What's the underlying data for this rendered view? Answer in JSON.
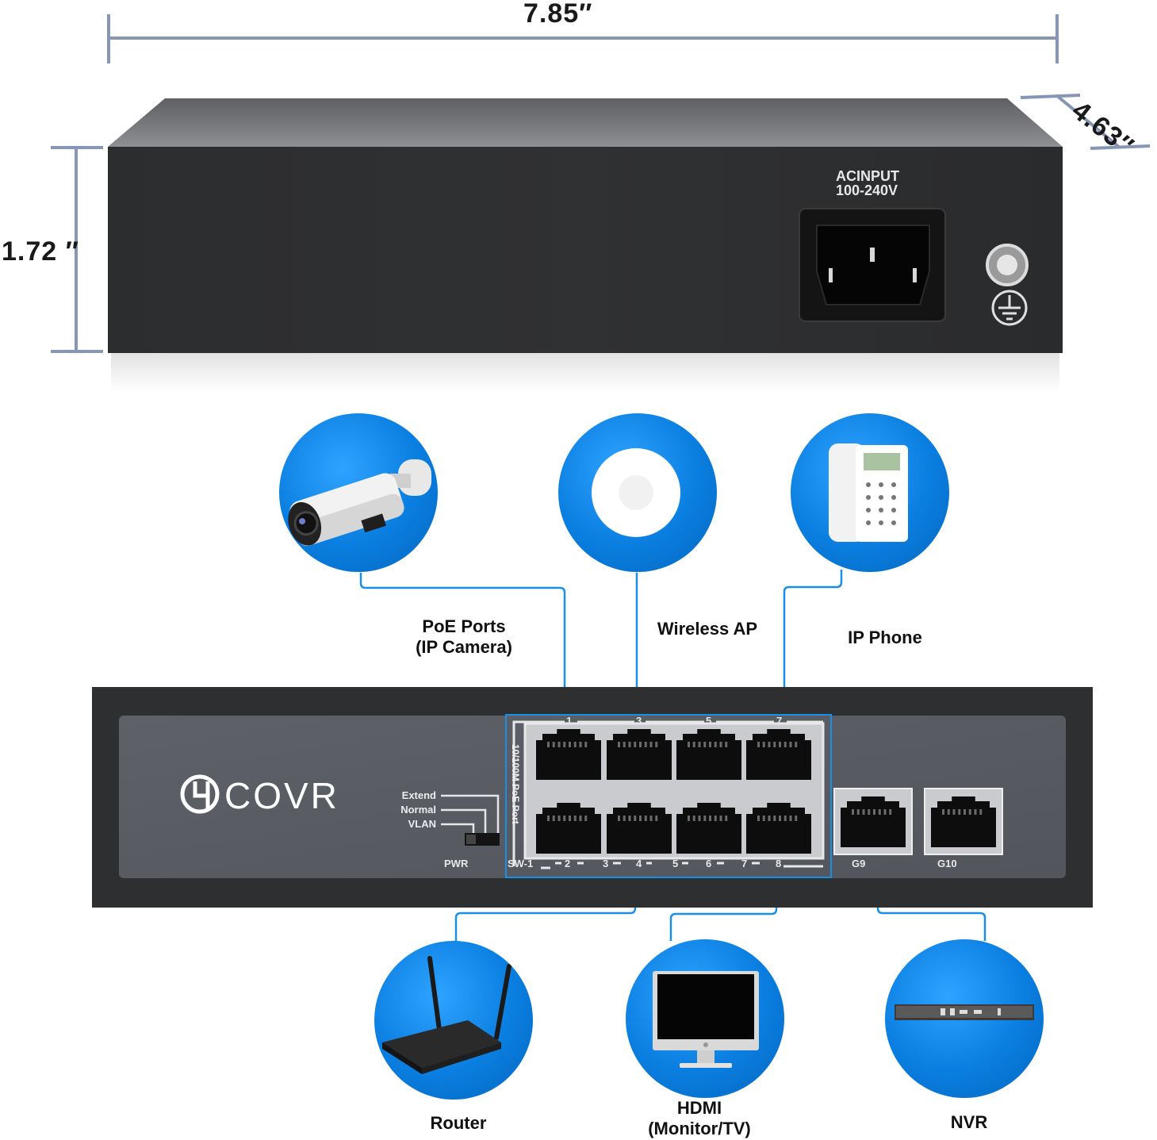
{
  "dimensions": {
    "width": "7.85″",
    "depth": "4.63″",
    "height": "1.72 ″"
  },
  "rear_panel": {
    "ac_input_line1": "ACINPUT",
    "ac_input_line2": "100-240V"
  },
  "front_panel": {
    "brand": "COVR",
    "switch_labels": [
      "Extend",
      "Normal",
      "VLAN"
    ],
    "pwr_label": "PWR",
    "poe_side_label": "10/100M PoE Port",
    "top_port_numbers": [
      "1",
      "3",
      "5",
      "7"
    ],
    "bottom_port_numbers": [
      "SW-1",
      "2",
      "3",
      "4",
      "5",
      "6",
      "7",
      "8"
    ],
    "uplink_labels": [
      "G9",
      "G10"
    ]
  },
  "devices": {
    "ip_camera": {
      "line1": "PoE Ports",
      "line2": "(IP Camera)"
    },
    "wireless_ap": {
      "line1": "Wireless AP"
    },
    "ip_phone": {
      "line1": "IP Phone"
    },
    "router": {
      "line1": "Router"
    },
    "hdmi": {
      "line1": "HDMI",
      "line2": "(Monitor/TV)"
    },
    "nvr": {
      "line1": "NVR"
    }
  },
  "colors": {
    "dimension_line": "#8796b5",
    "connector_line": "#1a8fe6",
    "circle_blue": "#0a7ee0",
    "chassis": "#2e2f31",
    "faceplate": "#585b62"
  }
}
